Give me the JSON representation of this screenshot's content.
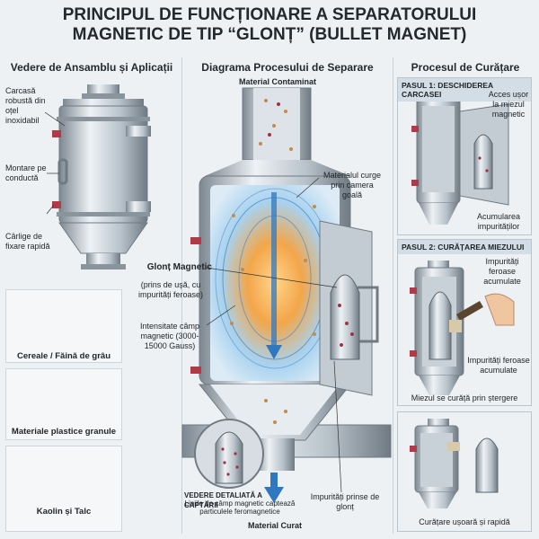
{
  "title": {
    "line1": "PRINCIPUL DE FUNCȚIONARE A SEPARATORULUI",
    "line2": "MAGNETIC DE TIP “GLONȚ” (BULLET MAGNET)"
  },
  "left": {
    "heading": "Vedere de Ansamblu și Aplicații",
    "callouts": {
      "housing": "Carcasă robustă din oțel inoxidabil",
      "mount": "Montare pe conductă",
      "clamps": "Cârlige de fixare rapidă"
    },
    "materials": [
      "Cereale / Făină de grâu",
      "Materiale plastice granule",
      "Kaolin și Talc"
    ]
  },
  "center": {
    "heading": "Diagrama Procesului de Separare",
    "inlet": "Material Contaminat",
    "flow": "Materialul curge prin camera goală",
    "core_label": "Glonț Magnetic",
    "core_note": "(prins de ușă, cu impurități feroase)",
    "field": "Intensitate câmp magnetic (3000-15000 Gauss)",
    "detail_title": "VEDERE DETALIATĂ A CAPTĂRII",
    "detail_text": "Liniile de câmp magnetic captează particulele feromagnetice",
    "captured": "Impurități prinse de glonț",
    "outlet": "Material Curat"
  },
  "right": {
    "heading": "Procesul de Curățare",
    "step1": {
      "title": "PASUL 1: DESCHIDEREA CARCASEI",
      "note": "Acces ușor la miezul magnetic",
      "accum": "Acumularea impurităților"
    },
    "step2": {
      "title": "PASUL 2: CURĂȚAREA MIEZULUI",
      "top_note": "Impurități feroase acumulate",
      "bottom_note": "Impurități feroase acumulate",
      "caption": "Miezul se curăță prin ștergere"
    },
    "step3": {
      "caption": "Curățare ușoară și rapidă"
    }
  },
  "colors": {
    "steel": "#b8c2ca",
    "steel_dark": "#7d8891",
    "clamp": "#b03a48",
    "field_core": "#f3a64a",
    "field_blue": "#7fb9e6",
    "arrow": "#2f78c0"
  }
}
